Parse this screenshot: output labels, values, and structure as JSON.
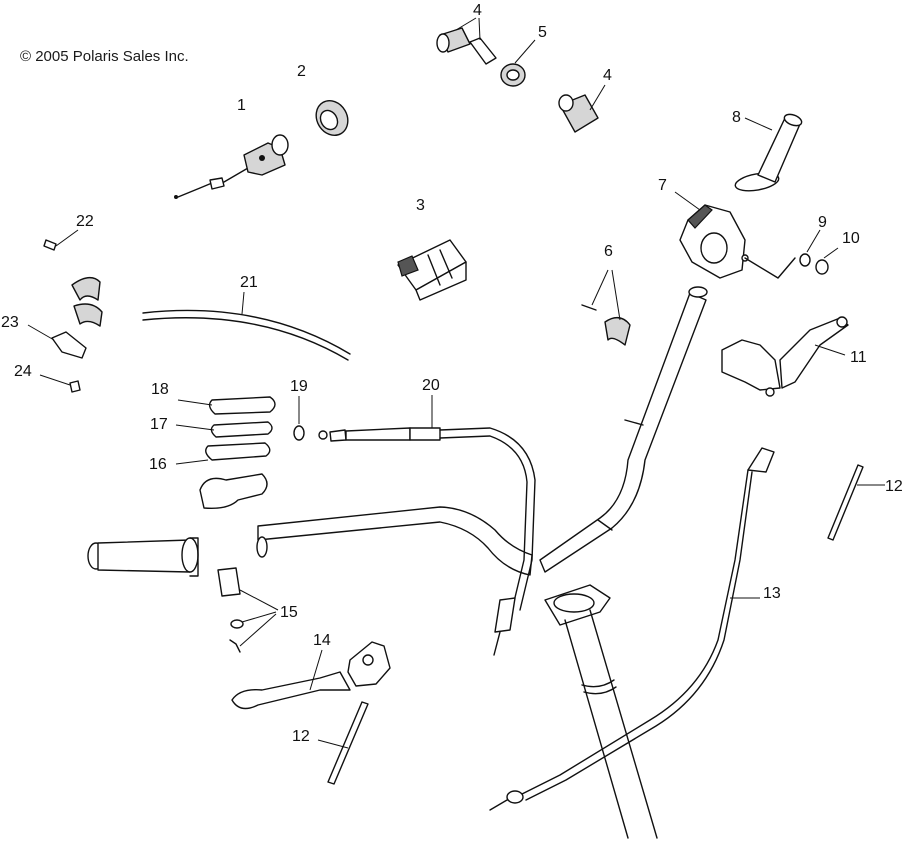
{
  "copyright": "© 2005 Polaris Sales Inc.",
  "callouts": {
    "c1": "1",
    "c2": "2",
    "c3": "3",
    "c4a": "4",
    "c4b": "4",
    "c5": "5",
    "c6": "6",
    "c7": "7",
    "c8": "8",
    "c9": "9",
    "c10": "10",
    "c11": "11",
    "c12a": "12",
    "c12b": "12",
    "c13": "13",
    "c14": "14",
    "c15": "15",
    "c16": "16",
    "c17": "17",
    "c18": "18",
    "c19": "19",
    "c20": "20",
    "c21": "21",
    "c22": "22",
    "c23": "23",
    "c24": "24"
  }
}
